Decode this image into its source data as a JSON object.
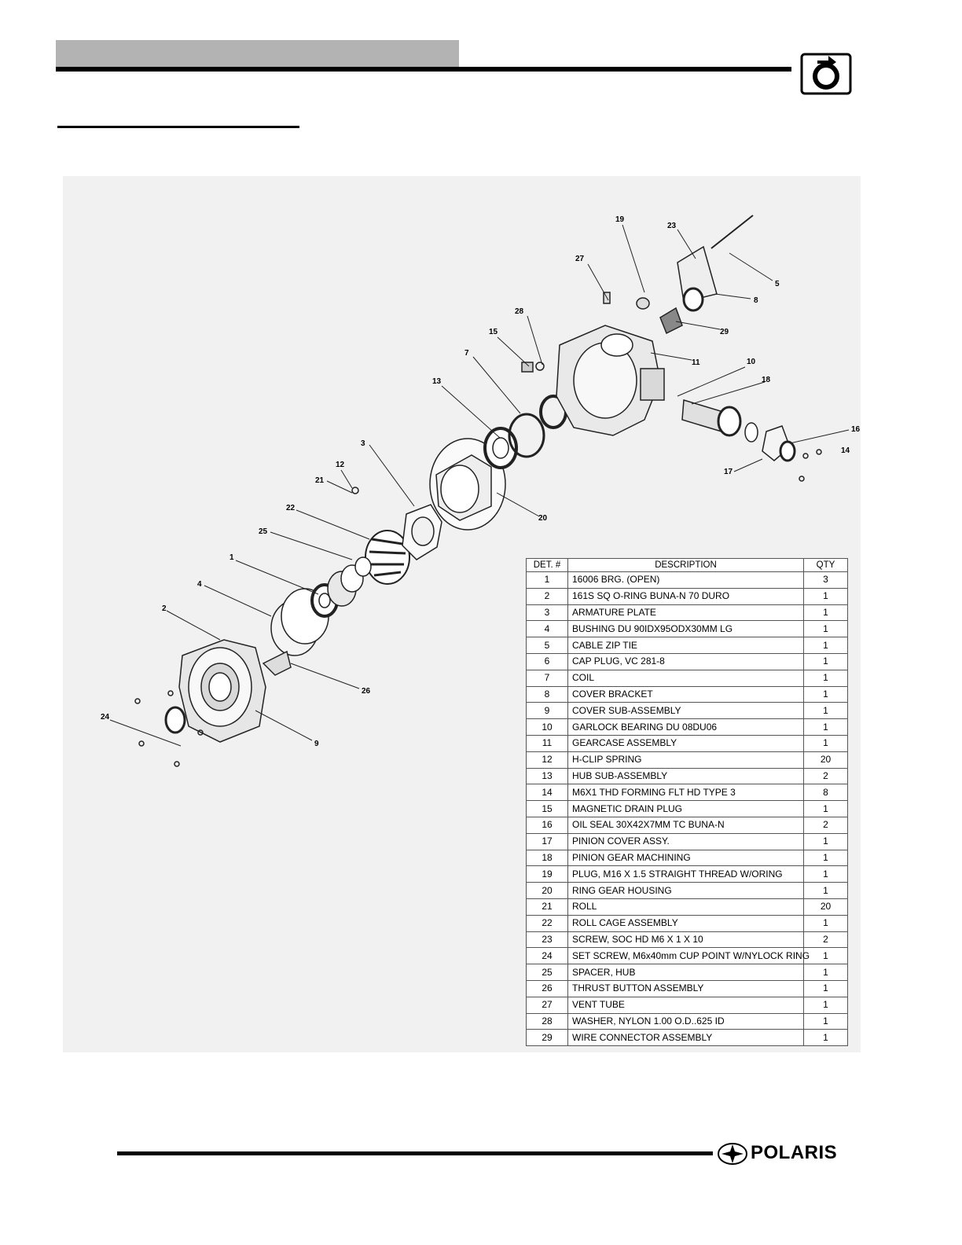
{
  "header": {
    "icon": "rotating-circle-arrow-icon"
  },
  "table": {
    "headers": {
      "det": "DET. #",
      "desc": "DESCRIPTION",
      "qty": "QTY"
    },
    "rows": [
      {
        "det": "1",
        "desc": "16006 BRG. (OPEN)",
        "qty": "3"
      },
      {
        "det": "2",
        "desc": "161S SQ O-RING BUNA-N 70 DURO",
        "qty": "1"
      },
      {
        "det": "3",
        "desc": "ARMATURE PLATE",
        "qty": "1"
      },
      {
        "det": "4",
        "desc": "BUSHING DU 90IDX95ODX30MM LG",
        "qty": "1"
      },
      {
        "det": "5",
        "desc": "CABLE ZIP TIE",
        "qty": "1"
      },
      {
        "det": "6",
        "desc": "CAP PLUG, VC 281-8",
        "qty": "1"
      },
      {
        "det": "7",
        "desc": "COIL",
        "qty": "1"
      },
      {
        "det": "8",
        "desc": "COVER BRACKET",
        "qty": "1"
      },
      {
        "det": "9",
        "desc": "COVER SUB-ASSEMBLY",
        "qty": "1"
      },
      {
        "det": "10",
        "desc": "GARLOCK BEARING DU 08DU06",
        "qty": "1"
      },
      {
        "det": "11",
        "desc": "GEARCASE ASSEMBLY",
        "qty": "1"
      },
      {
        "det": "12",
        "desc": "H-CLIP SPRING",
        "qty": "20"
      },
      {
        "det": "13",
        "desc": "HUB SUB-ASSEMBLY",
        "qty": "2"
      },
      {
        "det": "14",
        "desc": "M6X1 THD FORMING FLT HD TYPE 3",
        "qty": "8"
      },
      {
        "det": "15",
        "desc": "MAGNETIC DRAIN PLUG",
        "qty": "1"
      },
      {
        "det": "16",
        "desc": "OIL SEAL 30X42X7MM TC BUNA-N",
        "qty": "2"
      },
      {
        "det": "17",
        "desc": "PINION COVER ASSY.",
        "qty": "1"
      },
      {
        "det": "18",
        "desc": "PINION GEAR MACHINING",
        "qty": "1"
      },
      {
        "det": "19",
        "desc": "PLUG, M16 X 1.5 STRAIGHT THREAD W/ORING",
        "qty": "1"
      },
      {
        "det": "20",
        "desc": "RING GEAR HOUSING",
        "qty": "1"
      },
      {
        "det": "21",
        "desc": "ROLL",
        "qty": "20"
      },
      {
        "det": "22",
        "desc": "ROLL CAGE ASSEMBLY",
        "qty": "1"
      },
      {
        "det": "23",
        "desc": "SCREW, SOC HD M6 X 1 X 10",
        "qty": "2"
      },
      {
        "det": "24",
        "desc": "SET SCREW, M6x40mm CUP POINT W/NYLOCK RING",
        "qty": "1"
      },
      {
        "det": "25",
        "desc": "SPACER, HUB",
        "qty": "1"
      },
      {
        "det": "26",
        "desc": "THRUST BUTTON ASSEMBLY",
        "qty": "1"
      },
      {
        "det": "27",
        "desc": "VENT TUBE",
        "qty": "1"
      },
      {
        "det": "28",
        "desc": "WASHER, NYLON 1.00 O.D..625 ID",
        "qty": "1"
      },
      {
        "det": "29",
        "desc": "WIRE CONNECTOR ASSEMBLY",
        "qty": "1"
      }
    ]
  },
  "diagram": {
    "callouts": [
      "19",
      "23",
      "27",
      "5",
      "8",
      "28",
      "15",
      "29",
      "7",
      "11",
      "10",
      "18",
      "13",
      "16",
      "14",
      "17",
      "3",
      "20",
      "12",
      "21",
      "22",
      "25",
      "1",
      "4",
      "2",
      "26",
      "24",
      "9"
    ]
  },
  "footer": {
    "logo_text": "POLARIS"
  }
}
